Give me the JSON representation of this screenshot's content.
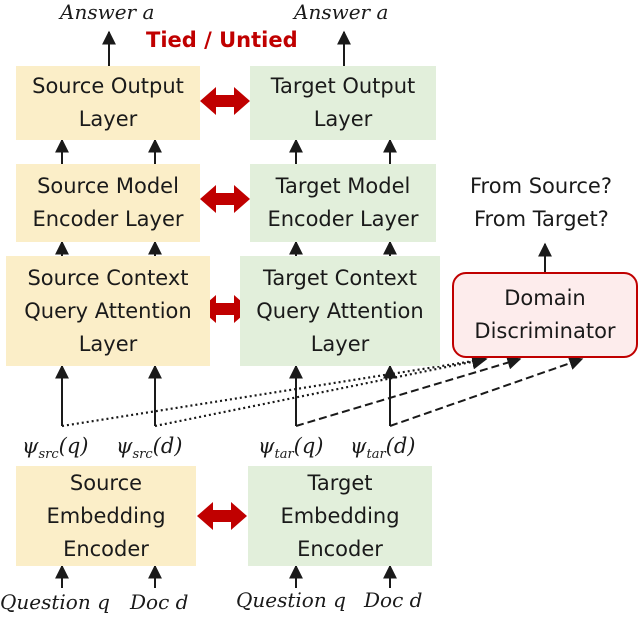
{
  "labels": {
    "answer_left": "Answer a",
    "answer_right": "Answer a",
    "tied_untied": "Tied / Untied",
    "from_source": "From Source?",
    "from_target": "From Target?",
    "psi_src_q": {
      "sym": "ψ",
      "sub": "src",
      "arg": "(q)"
    },
    "psi_src_d": {
      "sym": "ψ",
      "sub": "src",
      "arg": "(d)"
    },
    "psi_tar_q": {
      "sym": "ψ",
      "sub": "tar",
      "arg": "(q)"
    },
    "psi_tar_d": {
      "sym": "ψ",
      "sub": "tar",
      "arg": "(d)"
    },
    "question_left": "Question q",
    "doc_left": "Doc d",
    "question_right": "Question q",
    "doc_right": "Doc d"
  },
  "boxes": {
    "source_output": [
      "Source Output",
      "Layer"
    ],
    "target_output": [
      "Target Output",
      "Layer"
    ],
    "source_model": [
      "Source Model",
      "Encoder Layer"
    ],
    "target_model": [
      "Target Model",
      "Encoder Layer"
    ],
    "source_context": [
      "Source Context",
      "Query Attention",
      "Layer"
    ],
    "target_context": [
      "Target Context",
      "Query Attention",
      "Layer"
    ],
    "domain_discriminator": [
      "Domain",
      "Discriminator"
    ],
    "source_embedding": [
      "Source",
      "Embedding",
      "Encoder"
    ],
    "target_embedding": [
      "Target",
      "Embedding",
      "Encoder"
    ]
  },
  "colors": {
    "source_fill": "#fbeec8",
    "target_fill": "#e2efdb",
    "discriminator_fill": "#fdecec",
    "accent_red": "#c00000",
    "line": "#1a1a1a"
  }
}
